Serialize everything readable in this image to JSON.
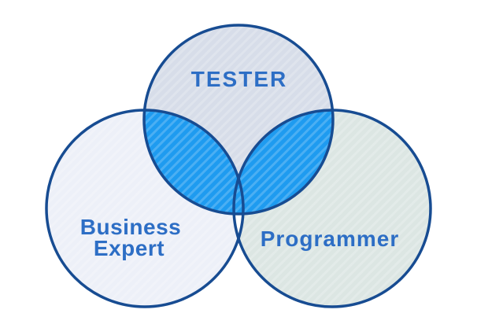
{
  "diagram": {
    "type": "venn",
    "title": "Tester / Business Expert / Programmer Venn diagram",
    "background_color": "#FFFFFF",
    "outline_color": "#174C92",
    "intersection_color": "#1E9BF0",
    "bottom_lens_color": "#FFFFFF",
    "label_color": "#2D6EC5",
    "circles": [
      {
        "id": "tester",
        "label": "TESTER",
        "fill": "#D7DDE9"
      },
      {
        "id": "business-expert",
        "label": "Business Expert",
        "line1": "Business",
        "line2": "Expert",
        "fill": "#EDF0F8"
      },
      {
        "id": "programmer",
        "label": "Programmer",
        "fill": "#DCE6E3"
      }
    ]
  }
}
